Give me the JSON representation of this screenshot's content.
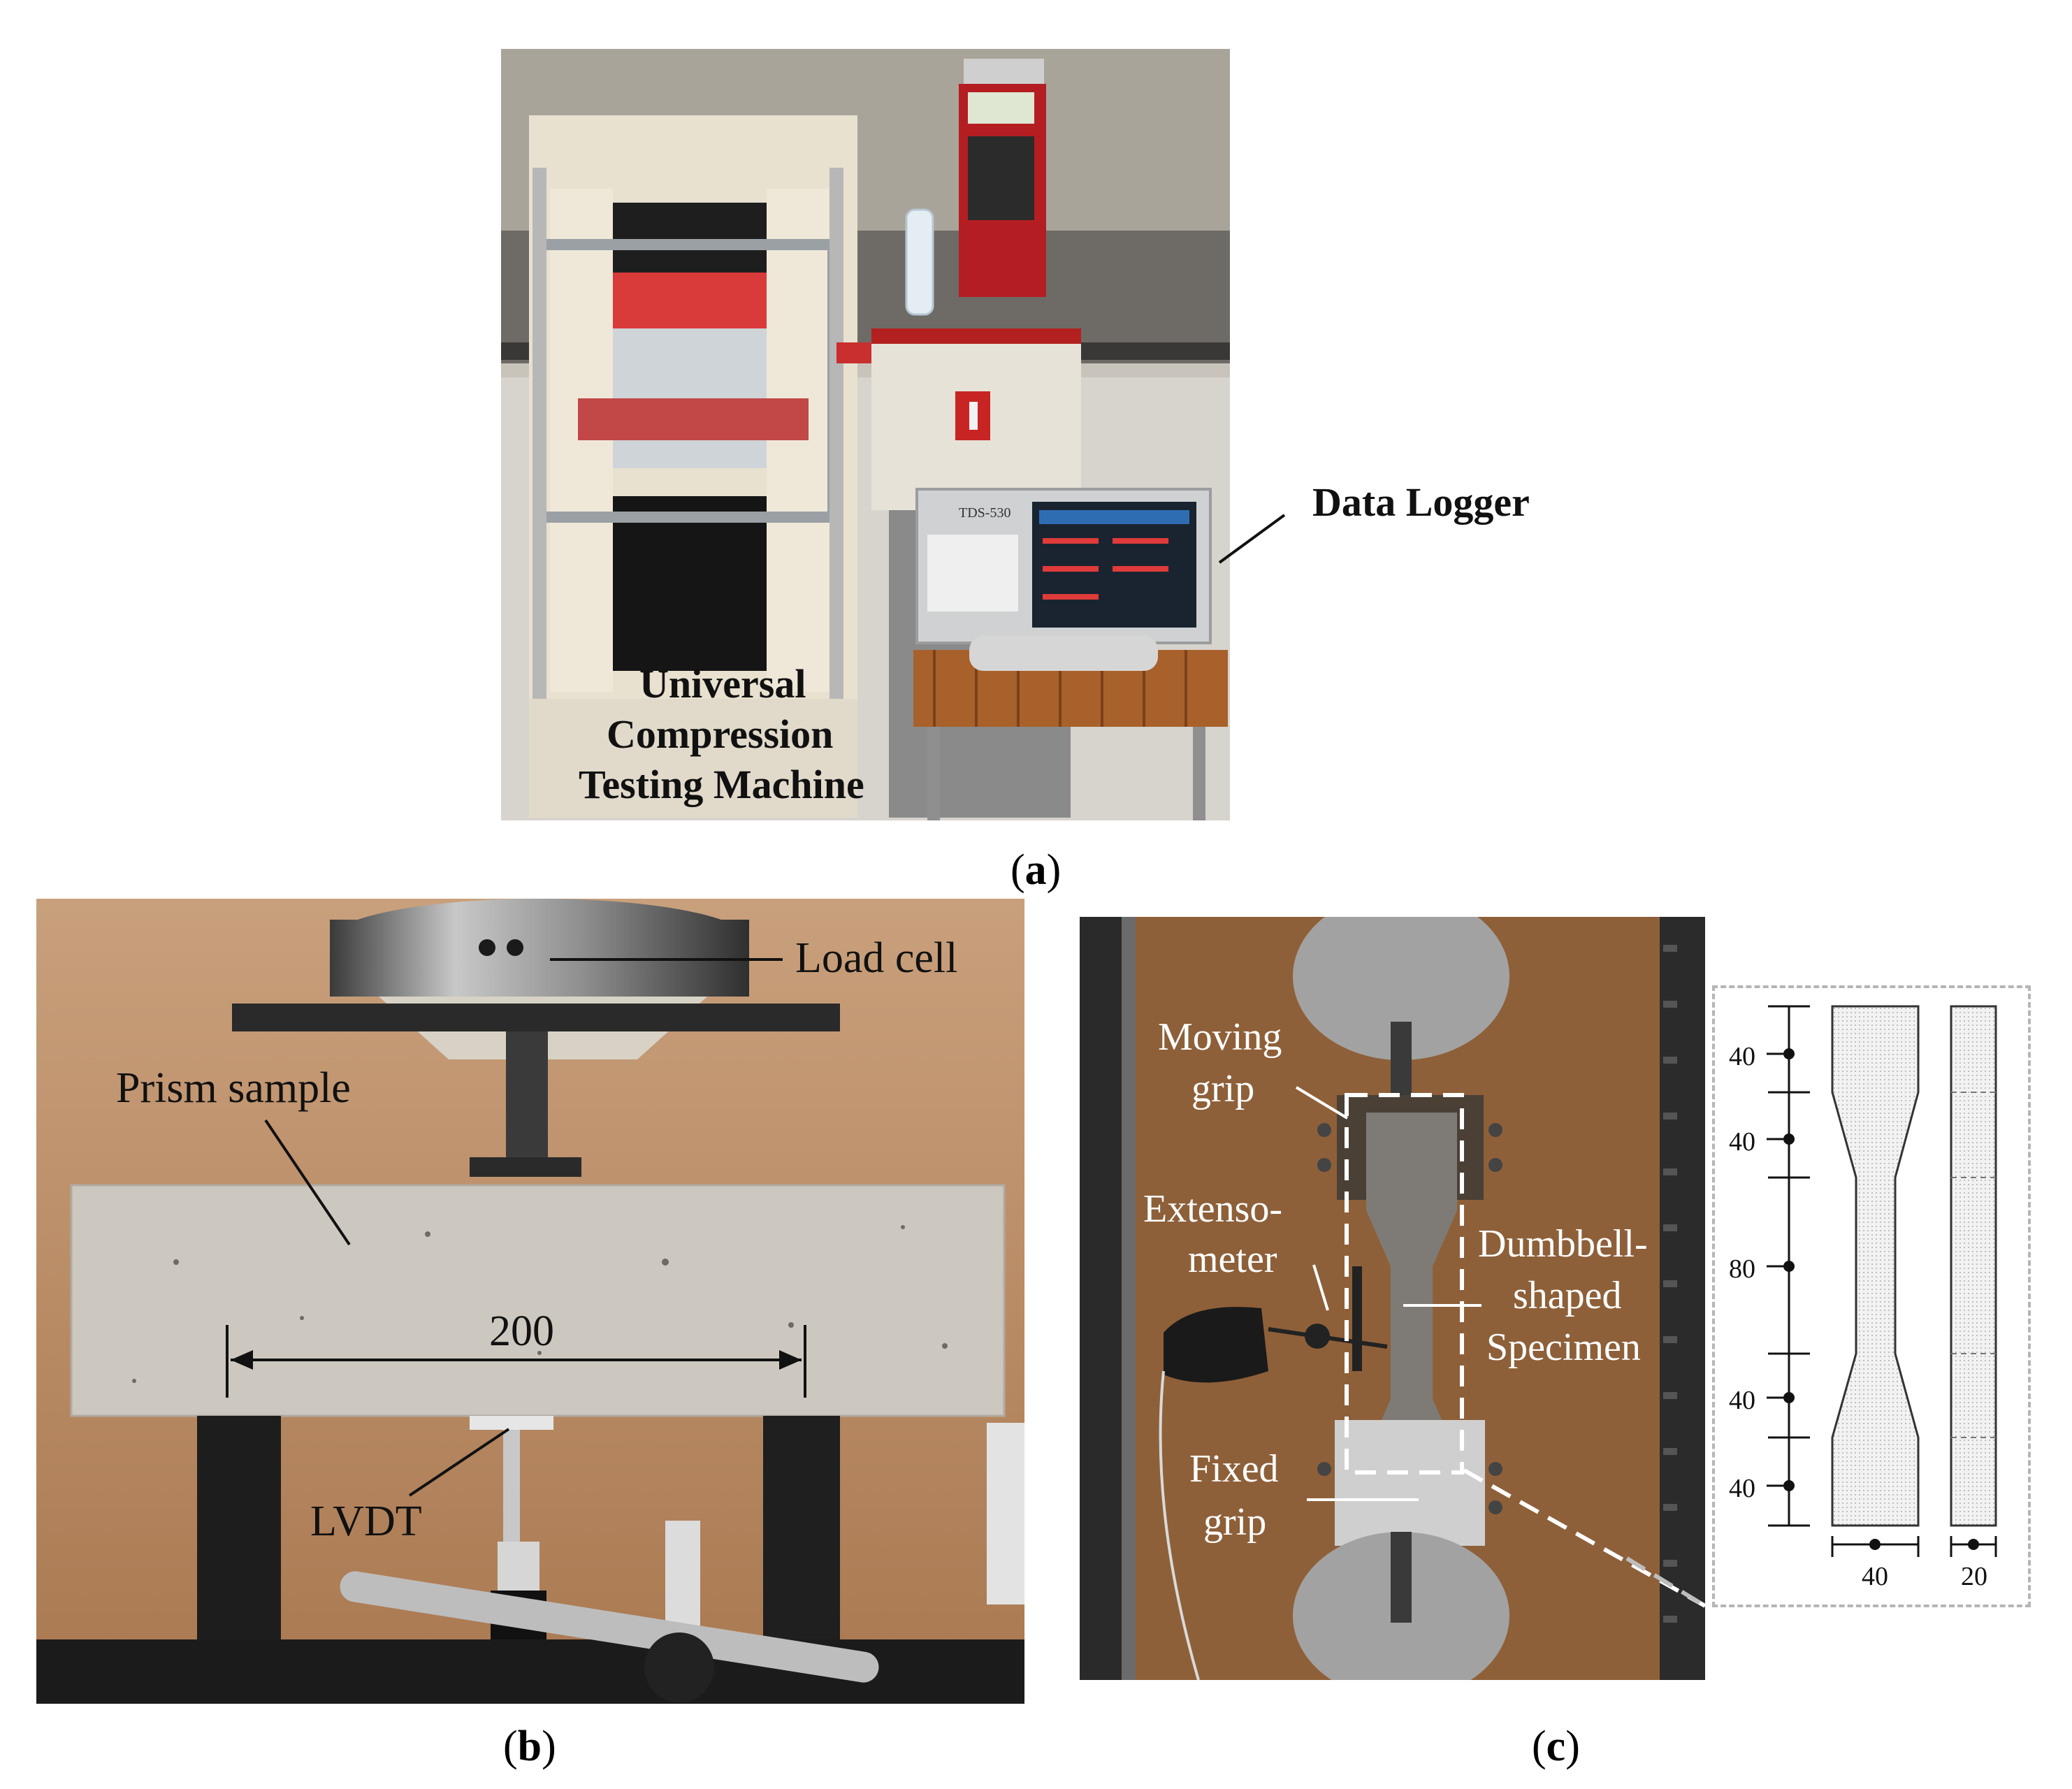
{
  "panel_a": {
    "caption_letter": "a",
    "label_machine_line1": "Universal",
    "label_machine_line2": "Compression",
    "label_machine_line3": "Testing Machine",
    "label_logger": "Data Logger",
    "logger_model": "TDS-530"
  },
  "panel_b": {
    "caption_letter": "b",
    "label_load_cell": "Load cell",
    "label_prism": "Prism sample",
    "label_span": "200",
    "label_lvdt": "LVDT"
  },
  "panel_c": {
    "caption_letter": "c",
    "label_moving_line1": "Moving",
    "label_moving_line2": "grip",
    "label_extenso_line1": "Extenso-",
    "label_extenso_line2": "meter",
    "label_specimen_line1": "Dumbbell-",
    "label_specimen_line2": "shaped",
    "label_specimen_line3": "Specimen",
    "label_fixed_line1": "Fixed",
    "label_fixed_line2": "grip",
    "dims_vertical": [
      "40",
      "40",
      "80",
      "40",
      "40"
    ],
    "dim_width": "40",
    "dim_thickness": "20"
  }
}
